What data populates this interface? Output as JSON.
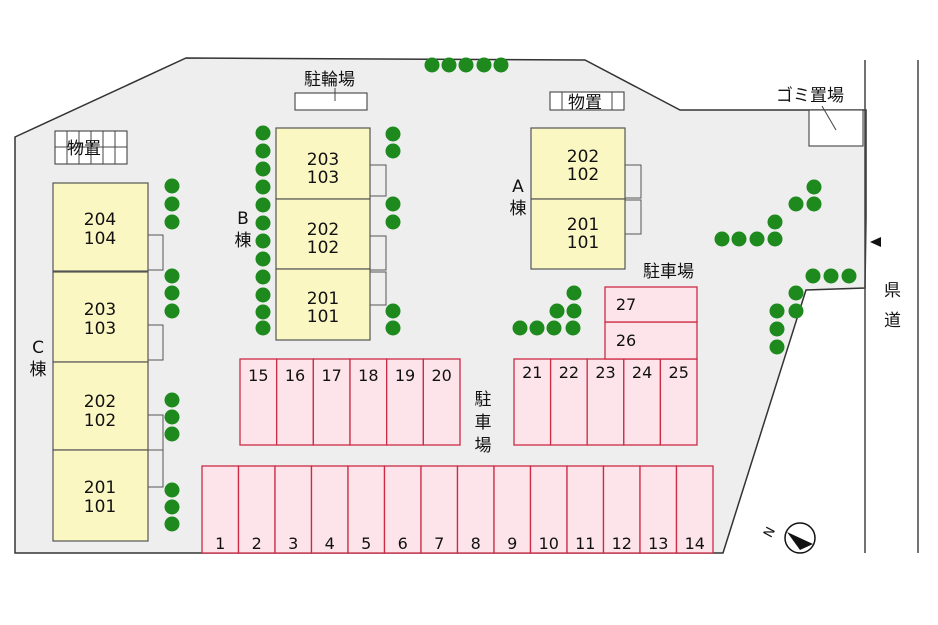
{
  "map": {
    "buildings": {
      "a": {
        "label_top": "A",
        "label_bottom": "棟",
        "units": [
          {
            "top": "202",
            "bottom": "102"
          },
          {
            "top": "201",
            "bottom": "101"
          }
        ]
      },
      "b": {
        "label_top": "B",
        "label_bottom": "棟",
        "units": [
          {
            "top": "203",
            "bottom": "103"
          },
          {
            "top": "202",
            "bottom": "102"
          },
          {
            "top": "201",
            "bottom": "101"
          }
        ]
      },
      "c": {
        "label_top": "C",
        "label_bottom": "棟",
        "units": [
          {
            "top": "204",
            "bottom": "104"
          },
          {
            "top": "203",
            "bottom": "103"
          },
          {
            "top": "202",
            "bottom": "102"
          },
          {
            "top": "201",
            "bottom": "101"
          }
        ]
      }
    },
    "facilities": {
      "bicycle_parking": "駐輪場",
      "storage_left": "物置",
      "storage_right": "物置",
      "garbage": "ゴミ置場",
      "parking_right": "駐車場",
      "parking_center": [
        "駐",
        "車",
        "場"
      ]
    },
    "road": {
      "label": [
        "県",
        "道"
      ]
    },
    "parking": {
      "bottom_row": [
        "1",
        "2",
        "3",
        "4",
        "5",
        "6",
        "7",
        "8",
        "9",
        "10",
        "11",
        "12",
        "13",
        "14"
      ],
      "middle_left": [
        "15",
        "16",
        "17",
        "18",
        "19",
        "20"
      ],
      "middle_right": [
        "21",
        "22",
        "23",
        "24",
        "25"
      ],
      "upper_right": [
        "26",
        "27"
      ]
    },
    "compass": {
      "north_label": "N"
    },
    "colors": {
      "building_fill": "#fbf7c3",
      "parking_fill": "#fce4ea",
      "parking_stroke": "#cc2b45",
      "tree": "#1e8a1e"
    }
  }
}
